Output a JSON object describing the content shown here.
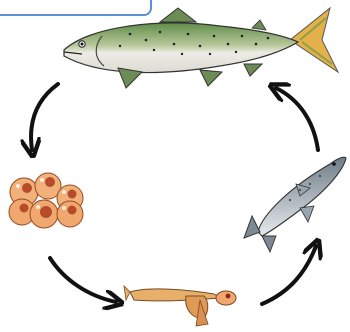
{
  "diagram": {
    "type": "life-cycle",
    "stages": [
      {
        "id": "adult",
        "icon": "adult-salmon-icon"
      },
      {
        "id": "eggs",
        "icon": "salmon-eggs-icon"
      },
      {
        "id": "alevin",
        "icon": "alevin-icon"
      },
      {
        "id": "juvenile",
        "icon": "juvenile-salmon-icon"
      }
    ],
    "arrow_direction": "counter-clockwise",
    "colors": {
      "adult_back": "#6d9a55",
      "adult_belly": "#f1f1ec",
      "fins": "#8aa86a",
      "tail": "#e7b24a",
      "egg": "#f0a86e",
      "egg_core": "#b64c2a",
      "alevin": "#e6b06a",
      "juvenile": "#9aa6ae",
      "arrow": "#111111",
      "frame": "#5b8fd6"
    }
  }
}
